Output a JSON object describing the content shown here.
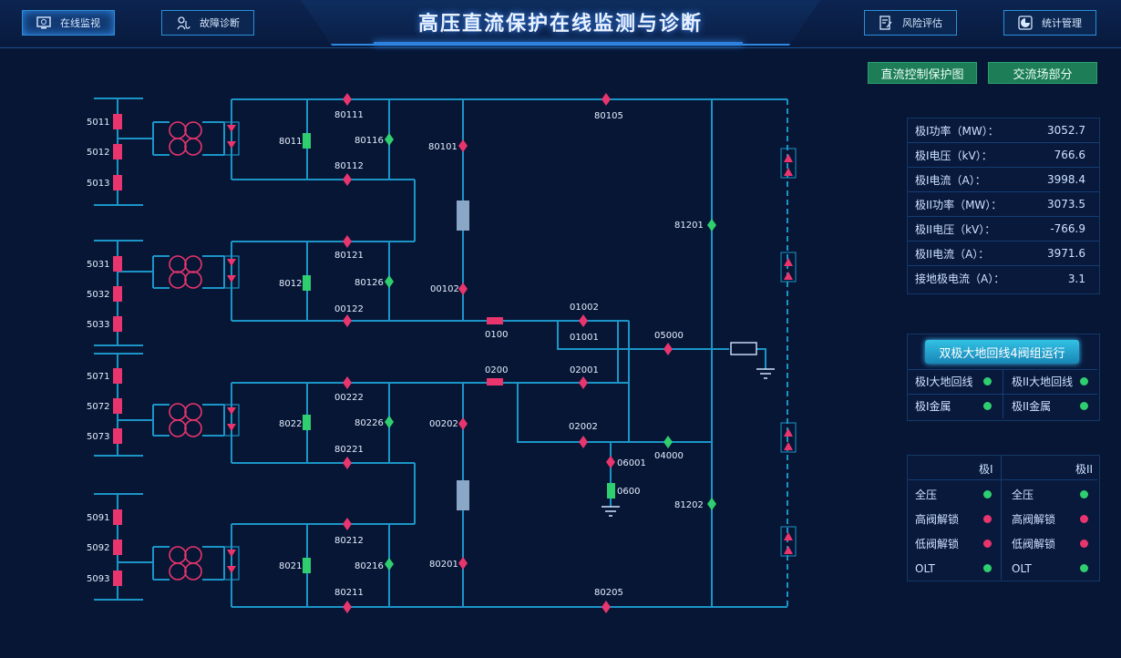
{
  "header": {
    "title": "高压直流保护在线监测与诊断",
    "nav_left": [
      {
        "label": "在线监视",
        "icon": "monitor-icon",
        "active": true
      },
      {
        "label": "故障诊断",
        "icon": "diagnosis-icon",
        "active": false
      }
    ],
    "nav_right": [
      {
        "label": "风险评估",
        "icon": "risk-icon",
        "active": false
      },
      {
        "label": "统计管理",
        "icon": "statistics-icon",
        "active": false
      }
    ]
  },
  "actions": {
    "dc_protection": "直流控制保护图",
    "ac_section": "交流场部分"
  },
  "metrics": [
    {
      "label": "极I功率（MW）：",
      "value": "3052.7"
    },
    {
      "label": "极I电压（kV）：",
      "value": "766.6"
    },
    {
      "label": "极I电流（A）：",
      "value": "3998.4"
    },
    {
      "label": "极II功率（MW）：",
      "value": "3073.5"
    },
    {
      "label": "极II电压（kV）：",
      "value": "-766.9"
    },
    {
      "label": "极II电流（A）：",
      "value": "3971.6"
    },
    {
      "label": "接地极电流（A）：",
      "value": "3.1"
    }
  ],
  "mode": {
    "label": "双极大地回线4阀组运行",
    "items": [
      {
        "label": "极I大地回线",
        "status": "green"
      },
      {
        "label": "极II大地回线",
        "status": "green"
      },
      {
        "label": "极I金属",
        "status": "green"
      },
      {
        "label": "极II金属",
        "status": "green"
      }
    ]
  },
  "status_table": {
    "col1": "极I",
    "col2": "极II",
    "rows": [
      {
        "label1": "全压",
        "status1": "green",
        "label2": "全压",
        "status2": "green"
      },
      {
        "label1": "高阀解锁",
        "status1": "red",
        "label2": "高阀解锁",
        "status2": "red"
      },
      {
        "label1": "低阀解锁",
        "status1": "red",
        "label2": "低阀解锁",
        "status2": "red"
      },
      {
        "label1": "OLT",
        "status1": "green",
        "label2": "OLT",
        "status2": "green"
      }
    ]
  },
  "colors": {
    "line": "#1b95c7",
    "red": "#e8356e",
    "green": "#2fcf6f",
    "bus": "#2a8fd1"
  },
  "diagram": {
    "bus_labels": [
      "5011",
      "5012",
      "5013",
      "5031",
      "5032",
      "5033",
      "5071",
      "5072",
      "5073",
      "5091",
      "5092",
      "5093"
    ],
    "converter_labels": [
      "8011",
      "8012",
      "8022",
      "8021"
    ],
    "switch_labels": [
      "80111",
      "80105",
      "80116",
      "80112",
      "80101",
      "81201",
      "80121",
      "80126",
      "00122",
      "00102",
      "0100",
      "01002",
      "01001",
      "05000",
      "0200",
      "02001",
      "00222",
      "80226",
      "00202",
      "02002",
      "04000",
      "06001",
      "0600",
      "80221",
      "81202",
      "80212",
      "80216",
      "80201",
      "80211",
      "80205"
    ]
  }
}
